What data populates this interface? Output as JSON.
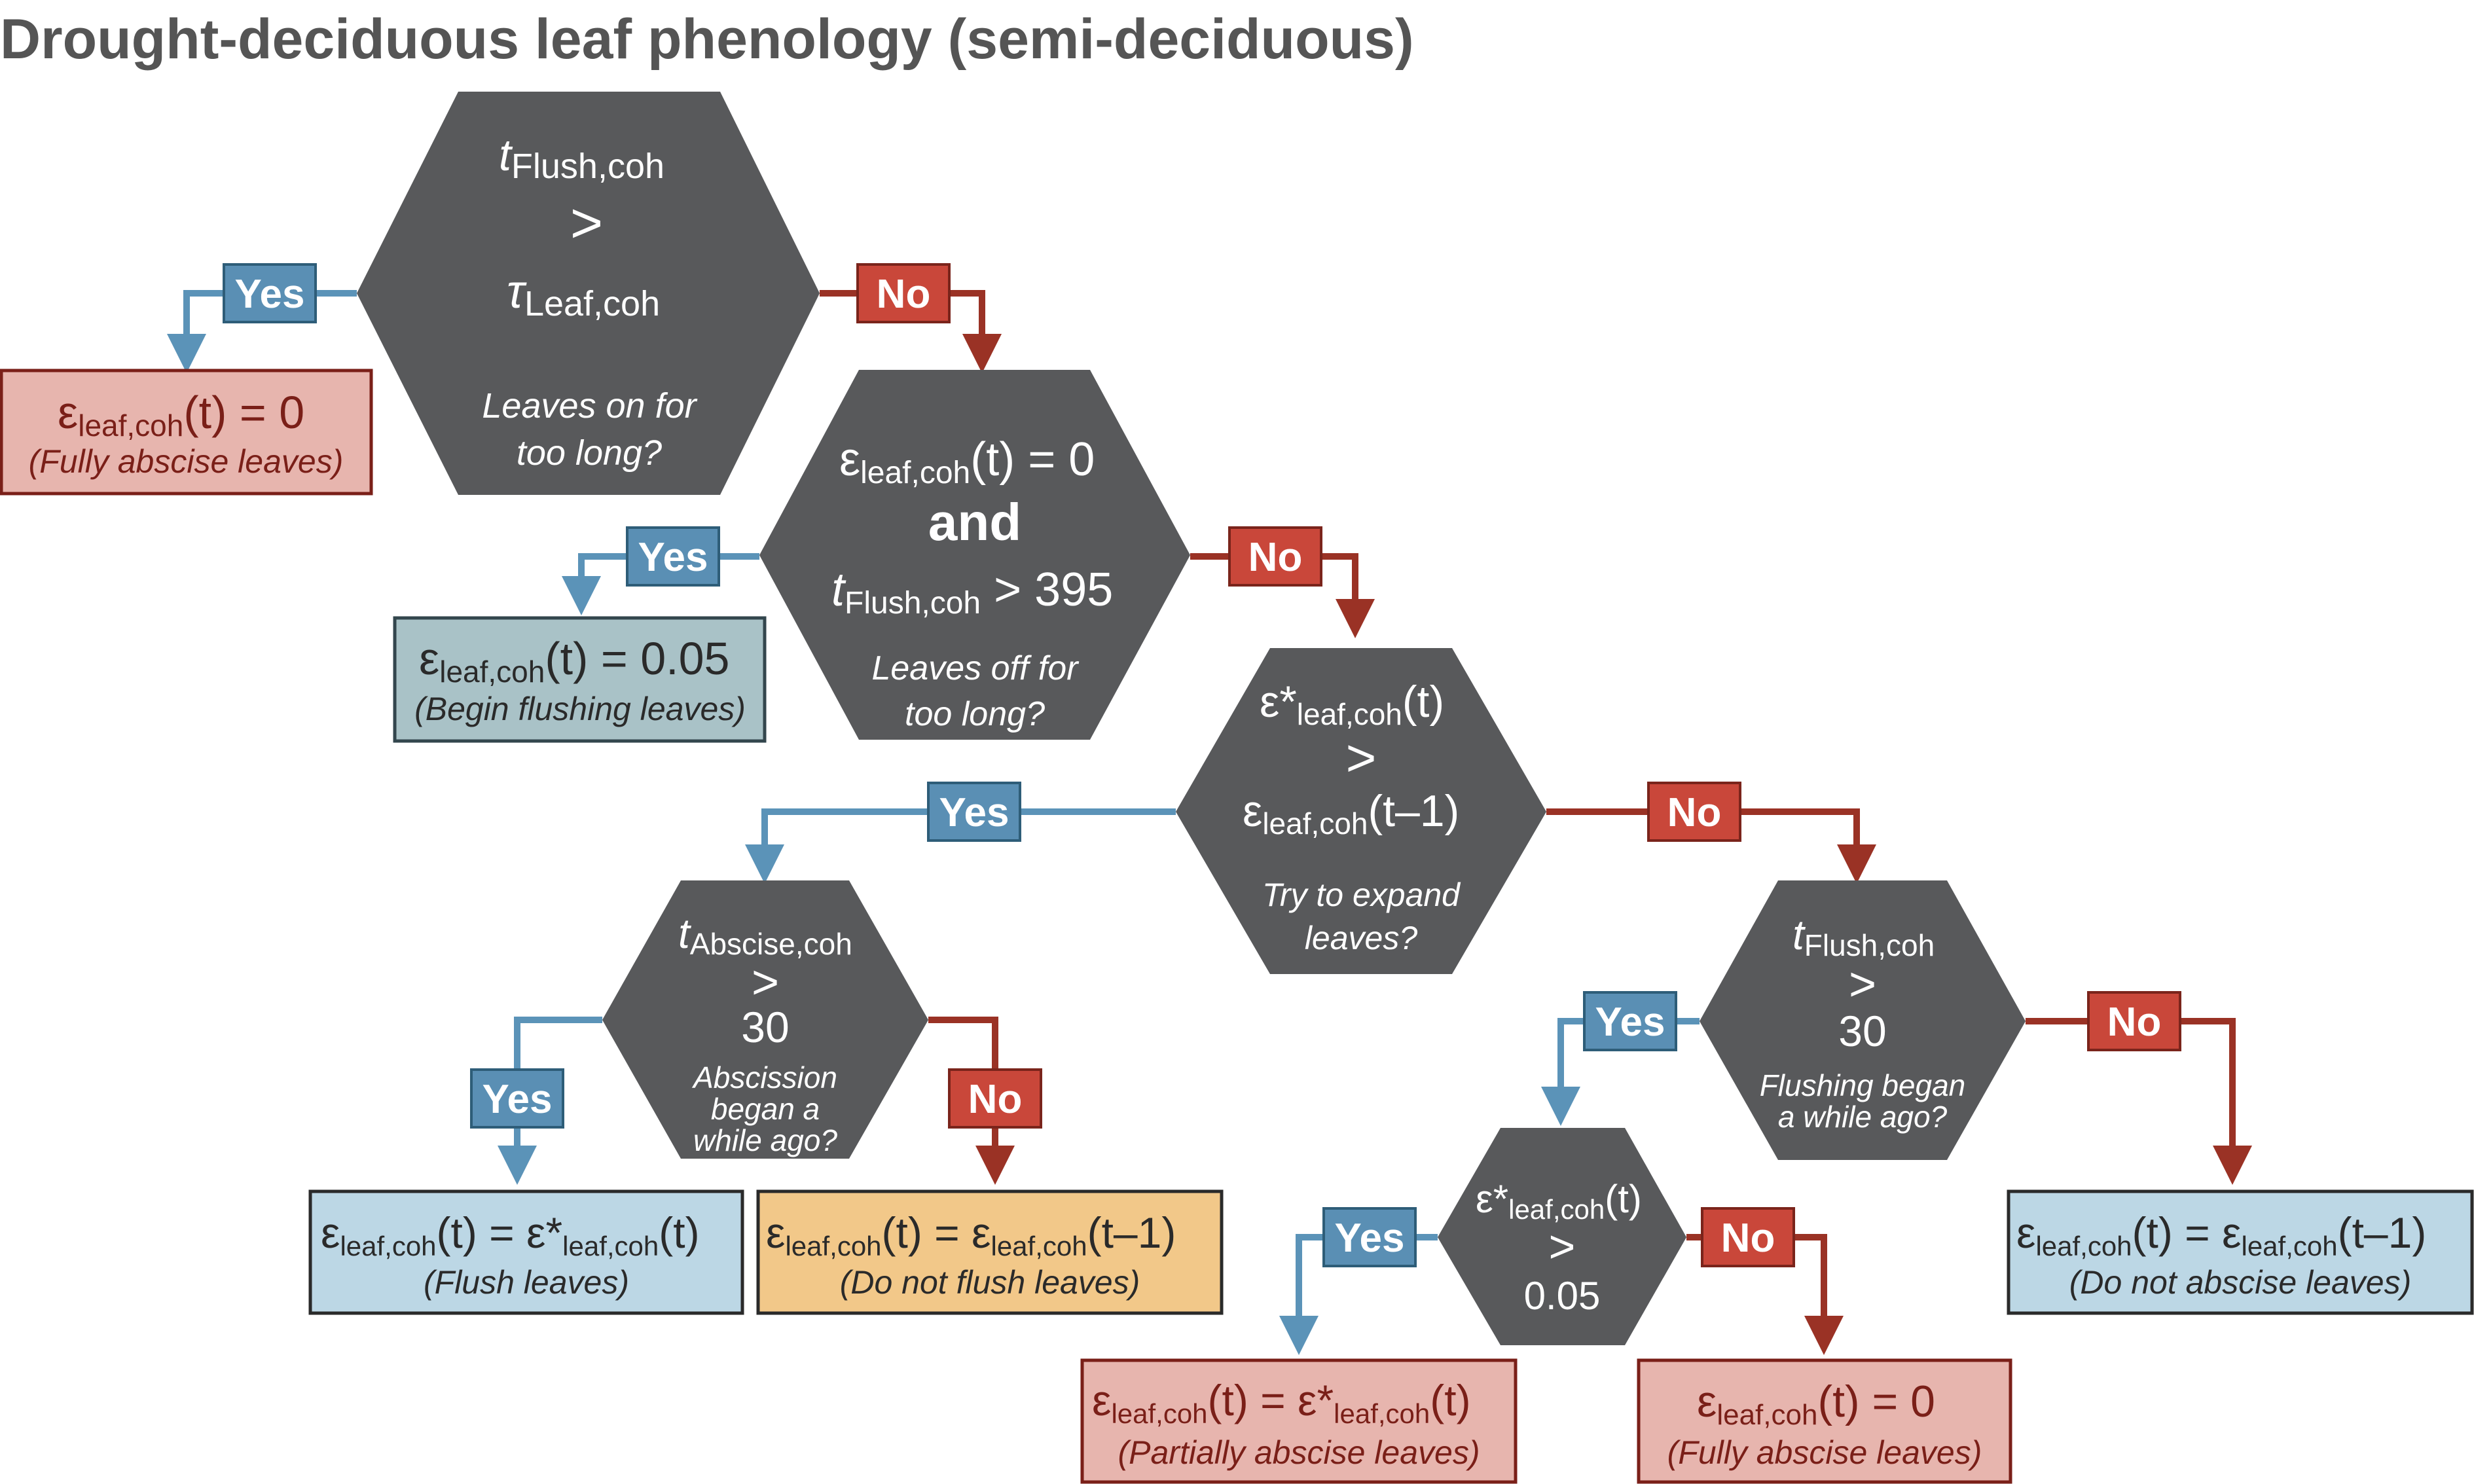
{
  "title": "Drought-deciduous leaf phenology (semi-deciduous)",
  "colors": {
    "question_fill": "#58595b",
    "yes_label": "#5a8fb4",
    "no_label": "#c9473a",
    "yes_line": "#5b93b8",
    "no_line": "#9a3225",
    "abscise_box": "#e7b5ae",
    "flush_begin_box": "#a9c2c7",
    "flush_box": "#bcd7e5",
    "no_flush_box": "#f2c889",
    "no_abscise_box": "#bcd7e5"
  },
  "labels": {
    "yes": "Yes",
    "no": "No"
  },
  "q1": {
    "t": "t",
    "t_sub": "Flush,coh",
    "gt": ">",
    "tau": "τ",
    "tau_sub": "Leaf,coh",
    "desc1": "Leaves on for",
    "desc2": "too long?"
  },
  "q2": {
    "eps": "ε",
    "eps_sub": "leaf,coh",
    "eq": "(t) = 0",
    "and": "and",
    "t": "t",
    "t_sub": "Flush,coh",
    "rest": " > 395",
    "desc1": "Leaves off for",
    "desc2": "too long?"
  },
  "q3": {
    "eps_star": "ε*",
    "eps_sub": "leaf,coh",
    "t_arg": "(t)",
    "gt": ">",
    "eps": "ε",
    "eps_sub2": "leaf,coh",
    "t_arg2": "(t–1)",
    "desc1": "Try to expand",
    "desc2": "leaves?"
  },
  "q4": {
    "t": "t",
    "t_sub": "Abscise,coh",
    "gt": ">",
    "val": "30",
    "desc1": "Abscission",
    "desc2": "began a",
    "desc3": "while ago?"
  },
  "q5": {
    "t": "t",
    "t_sub": "Flush,coh",
    "gt": ">",
    "val": "30",
    "desc1": "Flushing began",
    "desc2": "a while ago?"
  },
  "q6": {
    "eps_star": "ε*",
    "eps_sub": "leaf,coh",
    "t_arg": "(t)",
    "gt": ">",
    "val": "0.05"
  },
  "out_fully_abscise_1": {
    "eps": "ε",
    "sub": "leaf,coh",
    "rest": "(t) = 0",
    "desc": "(Fully abscise leaves)"
  },
  "out_begin_flush": {
    "eps": "ε",
    "sub": "leaf,coh",
    "rest": "(t) = 0.05",
    "desc": "(Begin flushing leaves)"
  },
  "out_flush": {
    "eps": "ε",
    "sub": "leaf,coh",
    "mid": "(t) = ε*",
    "sub2": "leaf,coh",
    "rest": "(t)",
    "desc": "(Flush leaves)"
  },
  "out_no_flush": {
    "eps": "ε",
    "sub": "leaf,coh",
    "mid": "(t) = ε",
    "sub2": "leaf,coh",
    "rest": "(t–1)",
    "desc": "(Do not flush leaves)"
  },
  "out_partial_abscise": {
    "eps": "ε",
    "sub": "leaf,coh",
    "mid": "(t) = ε*",
    "sub2": "leaf,coh",
    "rest": "(t)",
    "desc": "(Partially abscise leaves)"
  },
  "out_fully_abscise_2": {
    "eps": "ε",
    "sub": "leaf,coh",
    "rest": "(t) = 0",
    "desc": "(Fully abscise leaves)"
  },
  "out_no_abscise": {
    "eps": "ε",
    "sub": "leaf,coh",
    "mid": "(t) = ε",
    "sub2": "leaf,coh",
    "rest": "(t–1)",
    "desc": "(Do not abscise leaves)"
  }
}
